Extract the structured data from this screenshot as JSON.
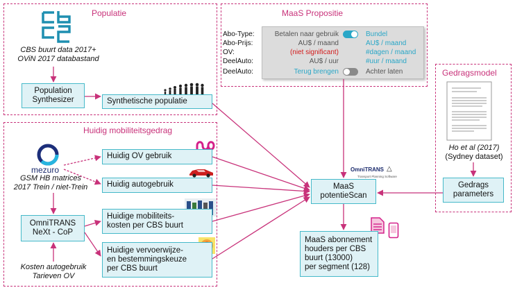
{
  "colors": {
    "accent": "#c8327a",
    "box_border": "#45b9c9",
    "box_fill": "#dff2f6",
    "arrow": "#c8327a",
    "cbs_logo": "#1f8fb0"
  },
  "groups": {
    "populatie": "Populatie",
    "maas_propositie": "MaaS Propositie",
    "huidig_mobiliteitsgedrag": "Huidig mobiliteitsgedrag",
    "gedragsmodel": "Gedragsmodel"
  },
  "cbs_source": {
    "line1": "CBS buurt data 2017+",
    "line2": "OViN 2017 databastand"
  },
  "population_synthesizer": {
    "line1": "Population",
    "line2": "Synthesizer"
  },
  "synthetische_populatie": "Synthetische populatie",
  "mezuro": {
    "logo": "mezuro",
    "line1": "GSM HB matrices",
    "line2": "2017 Trein / niet-Trein"
  },
  "omnitrans_cop": {
    "line1": "OmniTRANS",
    "line2": "NeXt - CoP"
  },
  "kosten": {
    "line1": "Kosten autogebruik",
    "line2": "Tarieven OV"
  },
  "huidig_ov": "Huidig OV gebruik",
  "huidig_auto": "Huidig autogebruik",
  "huidige_kosten": {
    "line1": "Huidige mobiliteits-",
    "line2": "kosten per CBS buurt"
  },
  "huidige_keuze": {
    "line1": "Huidige vervoerwijze-",
    "line2": "en  bestemmingskeuze",
    "line3": "per CBS buurt"
  },
  "maas_scan": {
    "line1": "MaaS",
    "line2": "potentieScan"
  },
  "omnitrans_logo": {
    "name": "OmniTRANS",
    "sub": "Transport Planning Software"
  },
  "maas_output": {
    "line1": "MaaS abonnement",
    "line2": "houders per CBS",
    "line3": "buurt (13000)",
    "line4": "per segment (128)"
  },
  "ho_et_al": {
    "line1": "Ho et al (2017)",
    "line2": "(Sydney dataset)"
  },
  "gedrags_parameters": {
    "line1": "Gedrags",
    "line2": "parameters"
  },
  "proposition": {
    "rows": [
      {
        "label": "Abo-Type:",
        "left": "Betalen naar gebruik",
        "right": "Bundel",
        "toggle": "on"
      },
      {
        "label": "Abo-Prijs:",
        "left": "AU$ / maand",
        "right": "AU$ / maand",
        "toggle": ""
      },
      {
        "label": "OV:",
        "left": "(niet significant)",
        "right": "#dagen / maand",
        "toggle": ""
      },
      {
        "label": "DeelAuto:",
        "left": "AU$ / uur",
        "right": "#uur / maand",
        "toggle": ""
      },
      {
        "label": "DeelAuto:",
        "left": "Terug brengen",
        "right": "Achter laten",
        "toggle": "off"
      }
    ]
  },
  "icons": {
    "cbs": "cbs-logo-icon",
    "people": "people-silhouettes-icon",
    "mezuro": "mezuro-ring-icon",
    "ov": "ov-chipcard-icon",
    "car": "red-car-icon",
    "fuel": "fuel-pumps-icon",
    "heatmap": "heatmap-icon",
    "report": "paper-document-icon",
    "docs": "documents-icon",
    "phone": "smartphone-icon",
    "omni": "omnitrans-logo-icon"
  }
}
